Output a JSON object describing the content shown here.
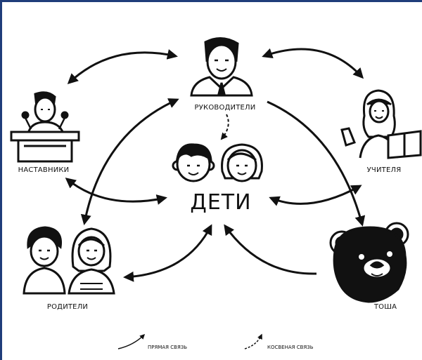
{
  "diagram": {
    "center_label": "ДЕТИ",
    "nodes": {
      "leaders": {
        "label": "РУКОВОДИТЕЛИ",
        "icon": "businessman-icon"
      },
      "mentors": {
        "label": "НАСТАВНИКИ",
        "icon": "speaker-at-podium-icon"
      },
      "teachers": {
        "label": "УЧИТЕЛЯ",
        "icon": "teacher-with-book-icon"
      },
      "parents": {
        "label": "РОДИТЕЛИ",
        "icon": "parents-couple-icon"
      },
      "tosha": {
        "label": "ТОША",
        "icon": "bear-mascot-icon"
      },
      "children": {
        "icon": "children-faces-icon"
      }
    },
    "legend": {
      "direct": "ПРЯМАЯ СВЯЗЬ",
      "indirect": "КОСВЕНАЯ СВЯЗЬ"
    },
    "colors": {
      "frame": "#1f3d7a",
      "ink": "#111111"
    }
  }
}
